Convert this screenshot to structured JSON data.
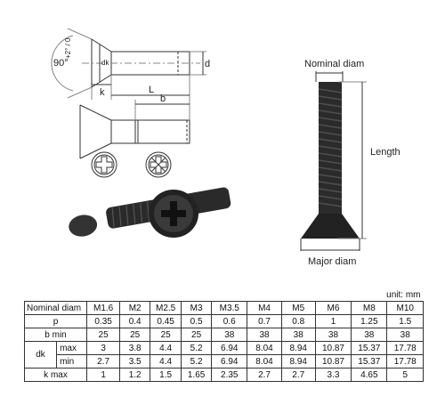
{
  "diagram": {
    "angle_label": "90°",
    "angle_tolerance": "+2° / 0",
    "dk_label": "dk",
    "k_label": "k",
    "L_label": "L",
    "b_label": "b",
    "d_label": "d"
  },
  "photo": {
    "nominal_label": "Nominal diam",
    "length_label": "Length",
    "major_label": "Major diam"
  },
  "table": {
    "unit": "unit: mm",
    "header_label": "Nominal diam",
    "sizes": [
      "M1.6",
      "M2",
      "M2.5",
      "M3",
      "M3.5",
      "M4",
      "M5",
      "M6",
      "M8",
      "M10"
    ],
    "rows": [
      {
        "label": "p",
        "values": [
          "0.35",
          "0.4",
          "0.45",
          "0.5",
          "0.6",
          "0.7",
          "0.8",
          "1",
          "1.25",
          "1.5"
        ]
      },
      {
        "label": "b min",
        "values": [
          "25",
          "25",
          "25",
          "25",
          "38",
          "38",
          "38",
          "38",
          "38",
          "38"
        ]
      }
    ],
    "dk": {
      "label": "dk",
      "max_label": "max",
      "max": [
        "3",
        "3.8",
        "4.4",
        "5.2",
        "6.94",
        "8.04",
        "8.94",
        "10.87",
        "15.37",
        "17.78"
      ],
      "min_label": "min",
      "min": [
        "2.7",
        "3.5",
        "4.4",
        "5.2",
        "6.94",
        "8.04",
        "8.94",
        "10.87",
        "15.37",
        "17.78"
      ]
    },
    "kmax": {
      "label": "k max",
      "values": [
        "1",
        "1.2",
        "1.5",
        "1.65",
        "2.35",
        "2.7",
        "2.7",
        "3.3",
        "4.65",
        "5"
      ]
    }
  }
}
